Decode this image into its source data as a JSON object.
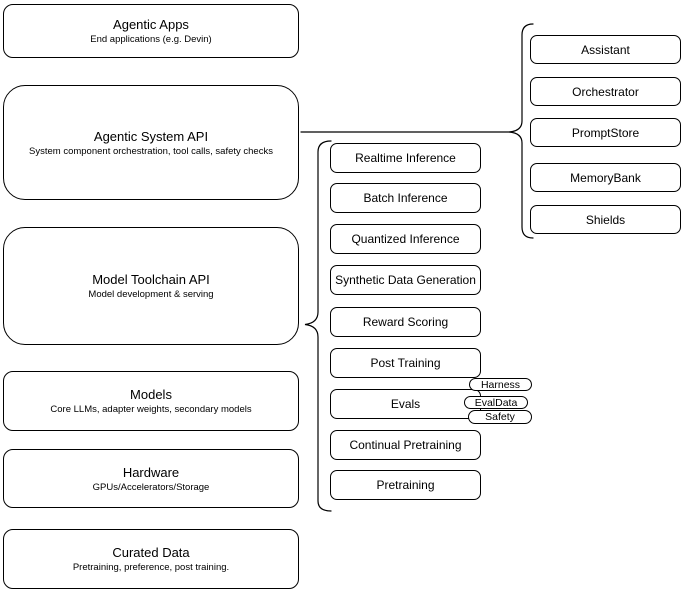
{
  "left_column": {
    "boxes": [
      {
        "title": "Agentic Apps",
        "subtitle": "End applications (e.g. Devin)"
      },
      {
        "title": "Agentic System API",
        "subtitle": "System component orchestration, tool calls, safety checks"
      },
      {
        "title": "Model Toolchain API",
        "subtitle": "Model development & serving"
      },
      {
        "title": "Models",
        "subtitle": "Core LLMs, adapter weights, secondary models"
      },
      {
        "title": "Hardware",
        "subtitle": "GPUs/Accelerators/Storage"
      },
      {
        "title": "Curated Data",
        "subtitle": "Pretraining, preference, post training."
      }
    ]
  },
  "toolchain_group": {
    "boxes": [
      {
        "label": "Realtime Inference"
      },
      {
        "label": "Batch Inference"
      },
      {
        "label": "Quantized Inference"
      },
      {
        "label": "Synthetic Data Generation"
      },
      {
        "label": "Reward Scoring"
      },
      {
        "label": "Post Training"
      },
      {
        "label": "Evals"
      },
      {
        "label": "Continual Pretraining"
      },
      {
        "label": "Pretraining"
      }
    ],
    "eval_tags": [
      {
        "label": "Harness"
      },
      {
        "label": "EvalData"
      },
      {
        "label": "Safety"
      }
    ]
  },
  "system_group": {
    "boxes": [
      {
        "label": "Assistant"
      },
      {
        "label": "Orchestrator"
      },
      {
        "label": "PromptStore"
      },
      {
        "label": "MemoryBank"
      },
      {
        "label": "Shields"
      }
    ]
  },
  "colors": {
    "stroke": "#000000",
    "fill": "#ffffff",
    "text": "#000000",
    "background": "#ffffff"
  }
}
